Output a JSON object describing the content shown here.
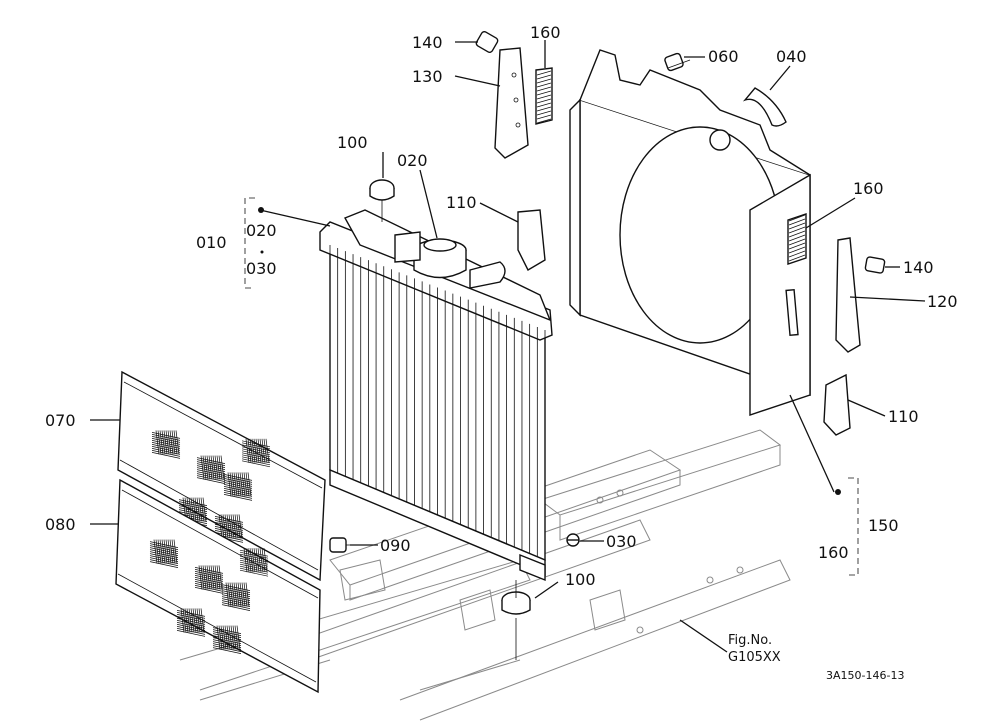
{
  "callouts": {
    "c010": "010",
    "c020a": "020",
    "c030a": "030",
    "c020b": "020",
    "c030b": "030",
    "c040": "040",
    "c060": "060",
    "c070": "070",
    "c080": "080",
    "c090": "090",
    "c100a": "100",
    "c100b": "100",
    "c110a": "110",
    "c110b": "110",
    "c120": "120",
    "c130": "130",
    "c140a": "140",
    "c140b": "140",
    "c150": "150",
    "c160a": "160",
    "c160b": "160",
    "c160c": "160"
  },
  "fig": {
    "label": "Fig.No.",
    "code": "G105XX"
  },
  "doc_code": "3A150-146-13"
}
